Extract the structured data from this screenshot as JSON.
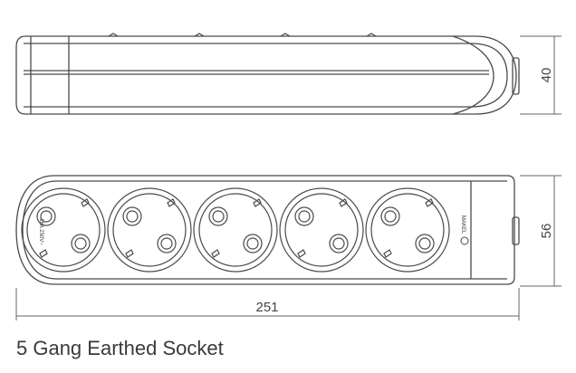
{
  "caption": "5 Gang Earthed Socket",
  "dimensions": {
    "height": "40",
    "width": "56",
    "length": "251"
  },
  "product": {
    "socket_count": 5,
    "rating_label": "16A 250V~",
    "brand_label": "MAKEL"
  },
  "colors": {
    "line": "#4a4a4a",
    "dimension_line": "#666666",
    "text": "#3a3a3a"
  }
}
